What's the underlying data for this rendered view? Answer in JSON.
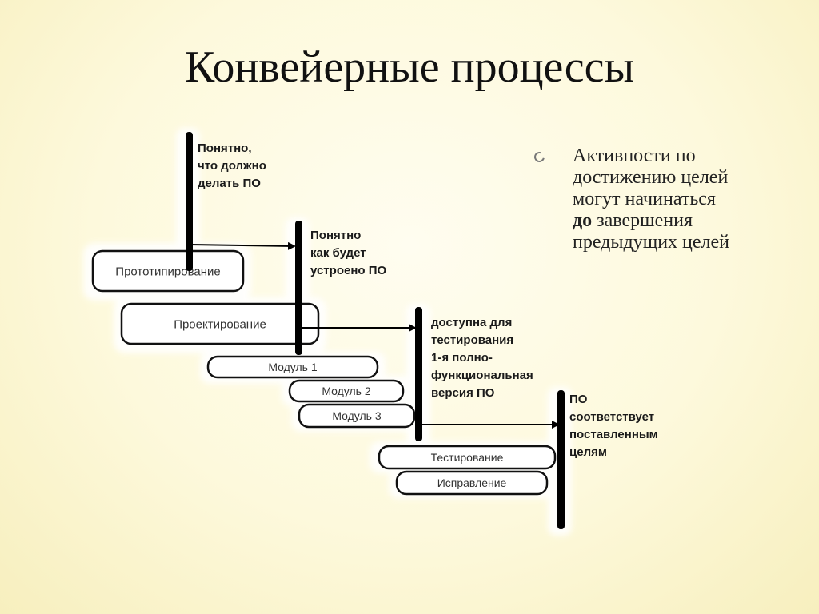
{
  "slide": {
    "title": "Конвейерные процессы"
  },
  "bullet": {
    "icon": "ring-bullet-icon",
    "lines": [
      "Активности по",
      "достижению целей",
      "могут начинаться"
    ],
    "bold_word": "до",
    "rest_line4": " завершения",
    "line5": "предыдущих целей"
  },
  "diagram": {
    "boxes": [
      "Прототипирование",
      "Проектирование",
      "Модуль 1",
      "Модуль 2",
      "Модуль 3",
      "Тестирование",
      "Исправление"
    ],
    "milestones": [
      [
        "Понятно,",
        "что должно",
        "делать ПО"
      ],
      [
        "Понятно",
        "как будет",
        "устроено ПО"
      ],
      [
        "доступна для",
        "тестирования",
        "1-я полно-",
        "функциональная",
        "версия ПО"
      ],
      [
        "ПО",
        "соответствует",
        "поставленным",
        "целям"
      ]
    ]
  }
}
